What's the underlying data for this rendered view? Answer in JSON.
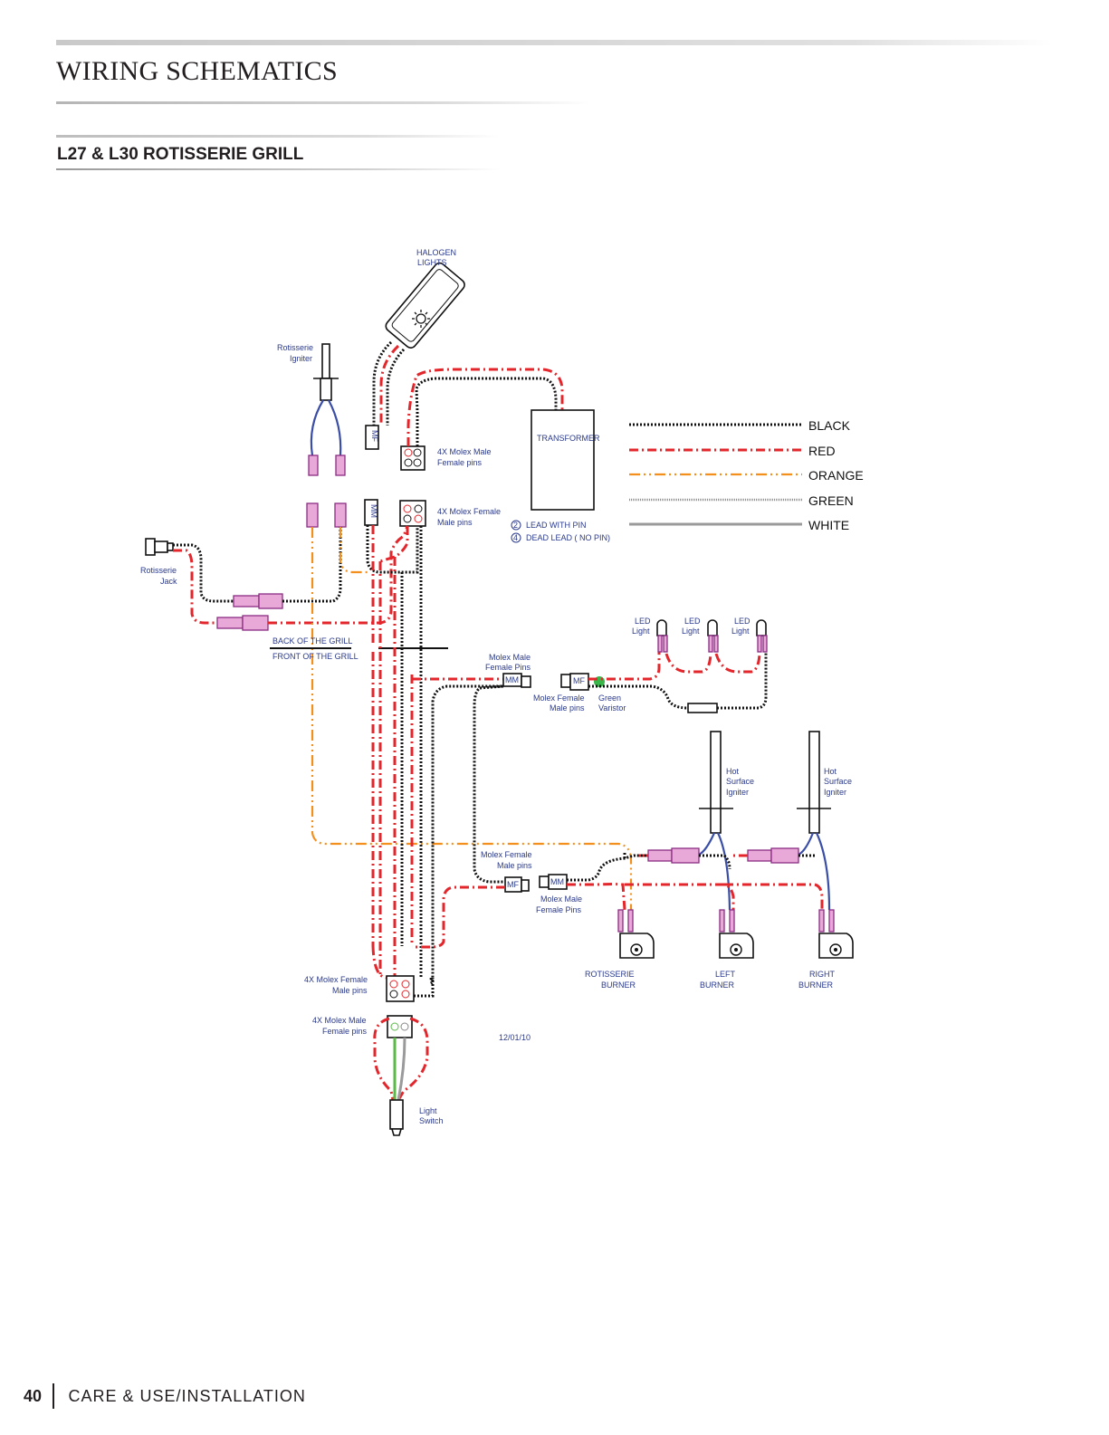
{
  "header": {
    "title": "WIRING SCHEMATICS",
    "section": "L27 & L30 ROTISSERIE GRILL"
  },
  "footer": {
    "page_number": "40",
    "label": "CARE & USE/INSTALLATION"
  },
  "legend": [
    {
      "label": "BLACK",
      "color": "#111111",
      "style": "dotted"
    },
    {
      "label": "RED",
      "color": "#e3262b",
      "style": "dash-dot"
    },
    {
      "label": "ORANGE",
      "color": "#f3901d",
      "style": "dash-dot-dot"
    },
    {
      "label": "GREEN",
      "color": "#5ab947",
      "style": "fine"
    },
    {
      "label": "WHITE",
      "color": "#888888",
      "style": "solid"
    }
  ],
  "labels": {
    "halogen_1": "HALOGEN",
    "halogen_2": "LIGHTS",
    "rot_igniter_1": "Rotisserie",
    "rot_igniter_2": "Igniter",
    "molex_top_male_1": "4X Molex Male",
    "molex_top_male_2": "Female pins",
    "transformer": "TRANSFORMER",
    "molex_top_female_1": "4X Molex Female",
    "molex_top_female_2": "Male pins",
    "lead_with_pin": "LEAD WITH PIN",
    "dead_lead": "DEAD LEAD  ( NO PIN)",
    "lead_num_2": "2",
    "lead_num_4": "4",
    "rot_jack_1": "Rotisserie",
    "rot_jack_2": "Jack",
    "back_of_grill": "BACK OF THE GRILL",
    "front_of_grill": "FRONT OF THE GRILL",
    "molex_male_pins_1": "Molex Male",
    "molex_male_pins_2": "Female Pins",
    "molex_female_mid_1": "Molex Female",
    "molex_female_mid_2": "Male pins",
    "green_varistor_1": "Green",
    "green_varistor_2": "Varistor",
    "led_1a": "LED",
    "led_1b": "Light",
    "led_2a": "LED",
    "led_2b": "Light",
    "led_3a": "LED",
    "led_3b": "Light",
    "hsi_l_1": "Hot",
    "hsi_l_2": "Surface",
    "hsi_l_3": "Igniter",
    "hsi_r_1": "Hot",
    "hsi_r_2": "Surface",
    "hsi_r_3": "Igniter",
    "molex_female_low_1": "Molex Female",
    "molex_female_low_2": "Male pins",
    "molex_male_low_1": "Molex Male",
    "molex_male_low_2": "Female Pins",
    "rot_burner_1": "ROTISSERIE",
    "rot_burner_2": "BURNER",
    "left_burner_1": "LEFT",
    "left_burner_2": "BURNER",
    "right_burner_1": "RIGHT",
    "right_burner_2": "BURNER",
    "molex_bottom_female_1": "4X Molex Female",
    "molex_bottom_female_2": "Male pins",
    "molex_bottom_male_1": "4X Molex Male",
    "molex_bottom_male_2": "Female pins",
    "light_switch_1": "Light",
    "light_switch_2": "Switch",
    "date": "12/01/10",
    "mf": "MF",
    "mm": "MM"
  }
}
